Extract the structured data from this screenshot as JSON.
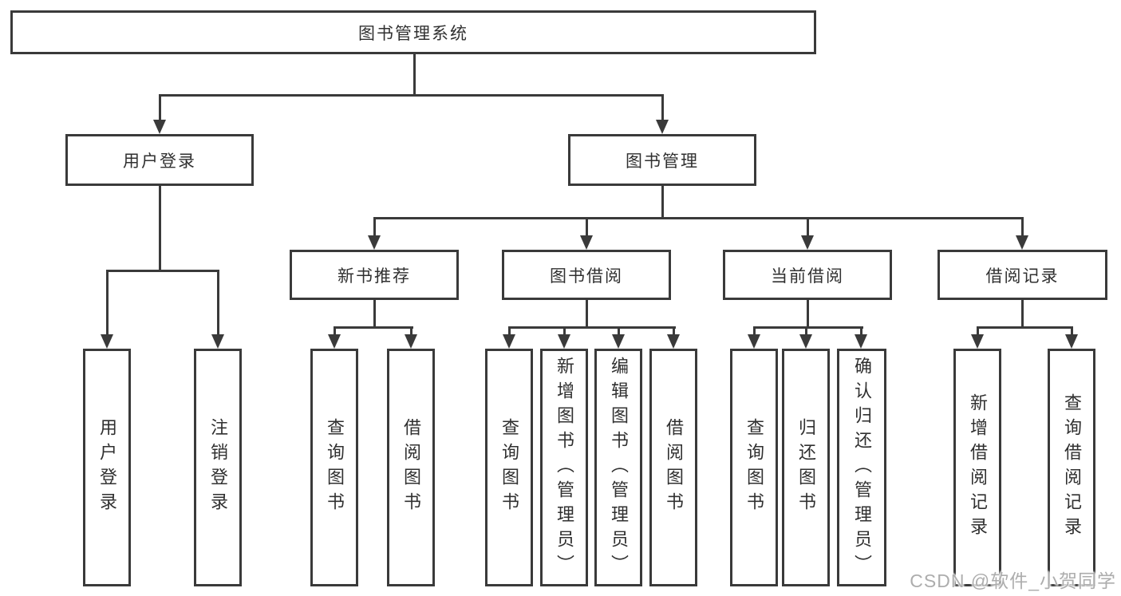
{
  "tree": {
    "label": "图书管理系统",
    "children": [
      {
        "label": "用户登录",
        "children": [
          {
            "label": "用户登录"
          },
          {
            "label": "注销登录"
          }
        ]
      },
      {
        "label": "图书管理",
        "children": [
          {
            "label": "新书推荐",
            "children": [
              {
                "label": "查询图书"
              },
              {
                "label": "借阅图书"
              }
            ]
          },
          {
            "label": "图书借阅",
            "children": [
              {
                "label": "查询图书"
              },
              {
                "label": "新增图书（管理员）"
              },
              {
                "label": "编辑图书（管理员）"
              },
              {
                "label": "借阅图书"
              }
            ]
          },
          {
            "label": "当前借阅",
            "children": [
              {
                "label": "查询图书"
              },
              {
                "label": "归还图书"
              },
              {
                "label": "确认归还（管理员）"
              }
            ]
          },
          {
            "label": "借阅记录",
            "children": [
              {
                "label": "新增借阅记录"
              },
              {
                "label": "查询借阅记录"
              }
            ]
          }
        ]
      }
    ]
  },
  "watermark": "CSDN @软件_小贺同学",
  "colors": {
    "line": "#3a3a3a",
    "text": "#303030",
    "watermark": "#adadad",
    "background": "#ffffff"
  }
}
